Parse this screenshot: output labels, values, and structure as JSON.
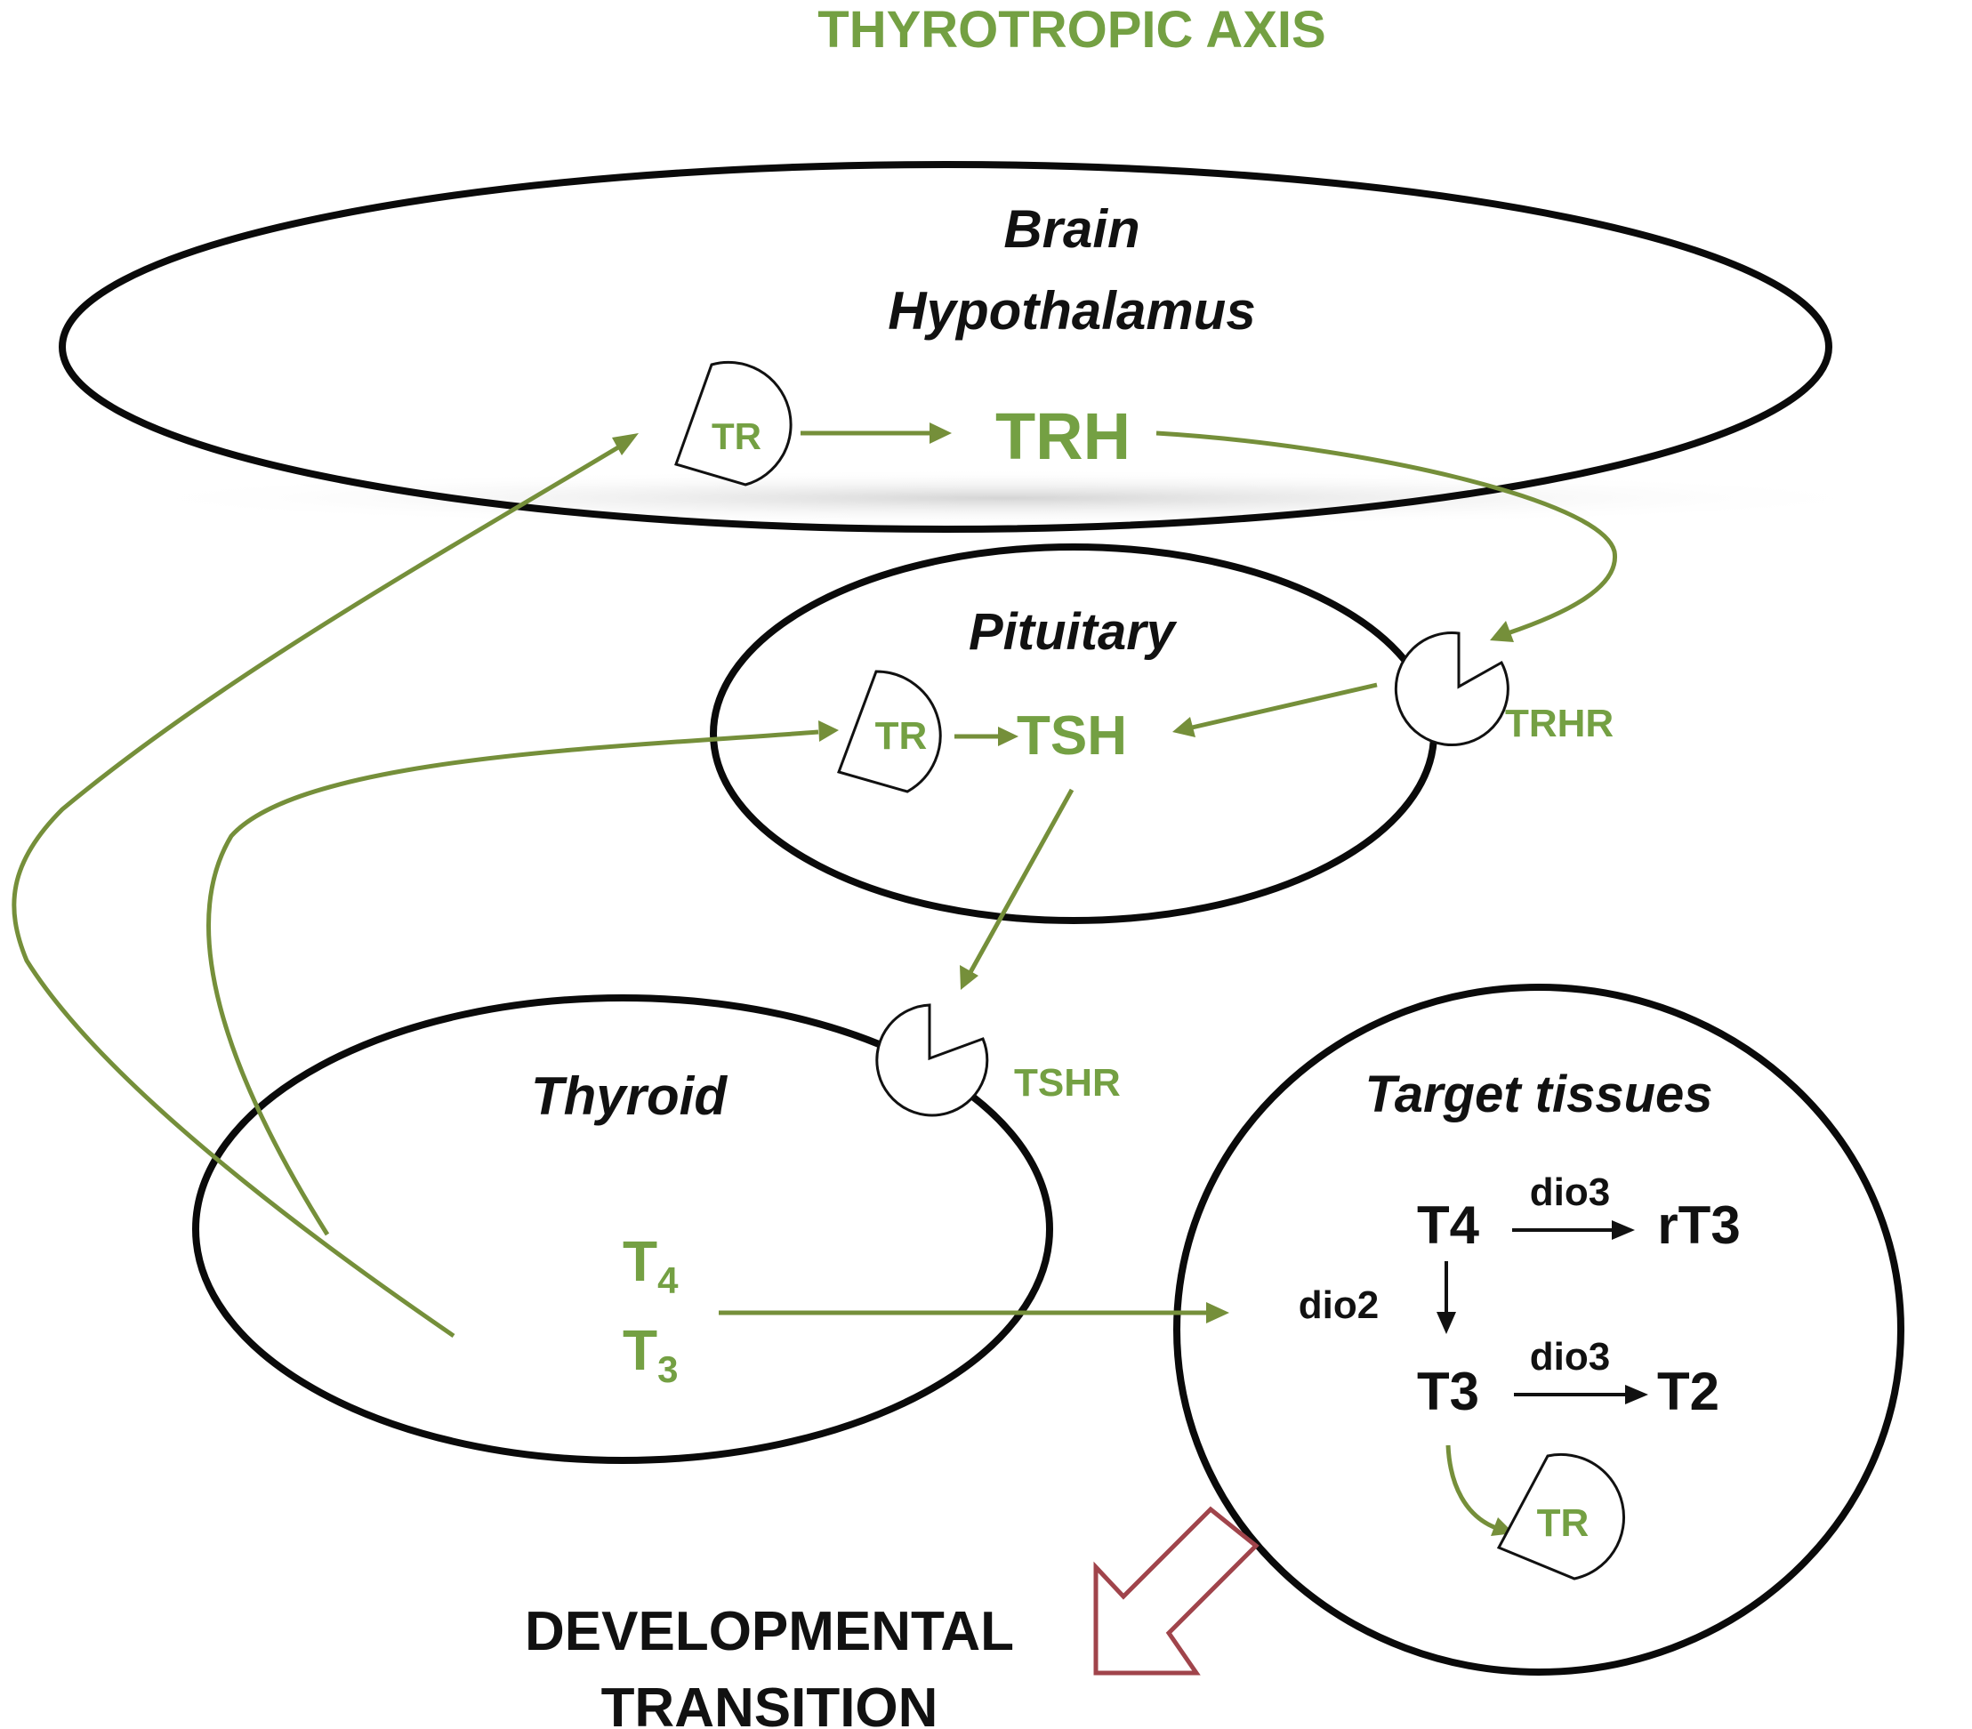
{
  "title": "THYROTROPIC AXIS",
  "regions": {
    "brain": {
      "line1": "Brain",
      "line2": "Hypothalamus"
    },
    "pituitary": {
      "label": "Pituitary"
    },
    "thyroid": {
      "label": "Thyroid"
    },
    "target": {
      "label": "Target tissues"
    }
  },
  "hormones": {
    "trh": "TRH",
    "tsh": "TSH",
    "t4_main": "T",
    "t4_sub": "4",
    "t3_main": "T",
    "t3_sub": "3"
  },
  "receptors": {
    "tr_brain": "TR",
    "tr_pituitary": "TR",
    "tr_target": "TR",
    "trhr": "TRHR",
    "tshr": "TSHR"
  },
  "target_metabolism": {
    "t4": "T4",
    "rt3": "rT3",
    "t3": "T3",
    "t2": "T2",
    "dio3_top": "dio3",
    "dio2": "dio2",
    "dio3_bottom": "dio3"
  },
  "outcome": {
    "line1": "DEVELOPMENTAL",
    "line2": "TRANSITION"
  },
  "colors": {
    "green_text": "#74a043",
    "green_arrow": "#758f3a",
    "outline": "#0a0a0a",
    "outcome_arrow": "#a0444b"
  }
}
